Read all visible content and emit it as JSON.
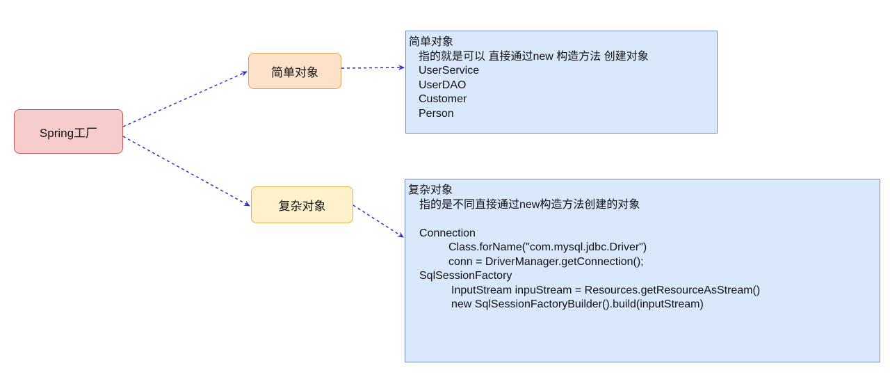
{
  "diagram": {
    "nodes": {
      "spring": {
        "label": "Spring工厂"
      },
      "simple": {
        "label": "简单对象"
      },
      "complex": {
        "label": "复杂对象"
      }
    },
    "simple_note": {
      "title": "简单对象",
      "description": "指的就是可以 直接通过new 构造方法 创建对象",
      "examples": [
        "UserService",
        "UserDAO",
        "Customer",
        "Person"
      ]
    },
    "complex_note": {
      "title": "复杂对象",
      "description": "指的是不同直接通过new构造方法创建的对象",
      "connection_title": "Connection",
      "connection_lines": [
        "Class.forName(\"com.mysql.jdbc.Driver\")",
        "conn = DriverManager.getConnection();"
      ],
      "sqlsession_title": "SqlSessionFactory",
      "sqlsession_lines": [
        "InputStream inpuStream = Resources.getResourceAsStream()",
        "new SqlSessionFactoryBuilder().build(inputStream)"
      ]
    },
    "colors": {
      "arrow": "#2d2dc8",
      "note_fill": "#dae8fc",
      "note_border": "#6c8ebf",
      "spring_fill": "#f6cccd",
      "simple_fill": "#fde2c9",
      "complex_fill": "#fff1cc"
    }
  }
}
